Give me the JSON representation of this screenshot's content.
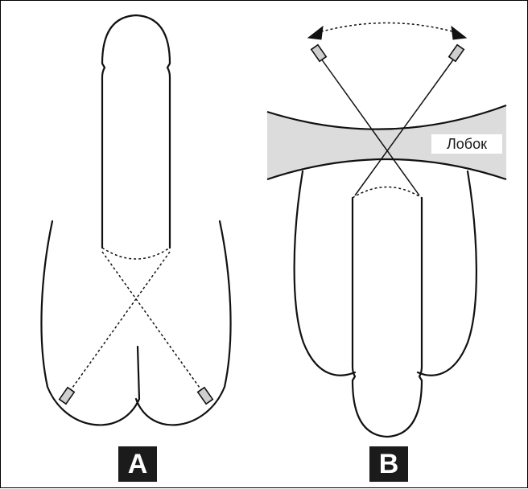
{
  "panels": [
    {
      "id": "A",
      "label": "A"
    },
    {
      "id": "B",
      "label": "B"
    }
  ],
  "region_label": "Лобок",
  "colors": {
    "line": "#111111",
    "region_fill": "#dcdcdc",
    "label_box": "#1b1b1b",
    "label_text": "#ffffff"
  }
}
